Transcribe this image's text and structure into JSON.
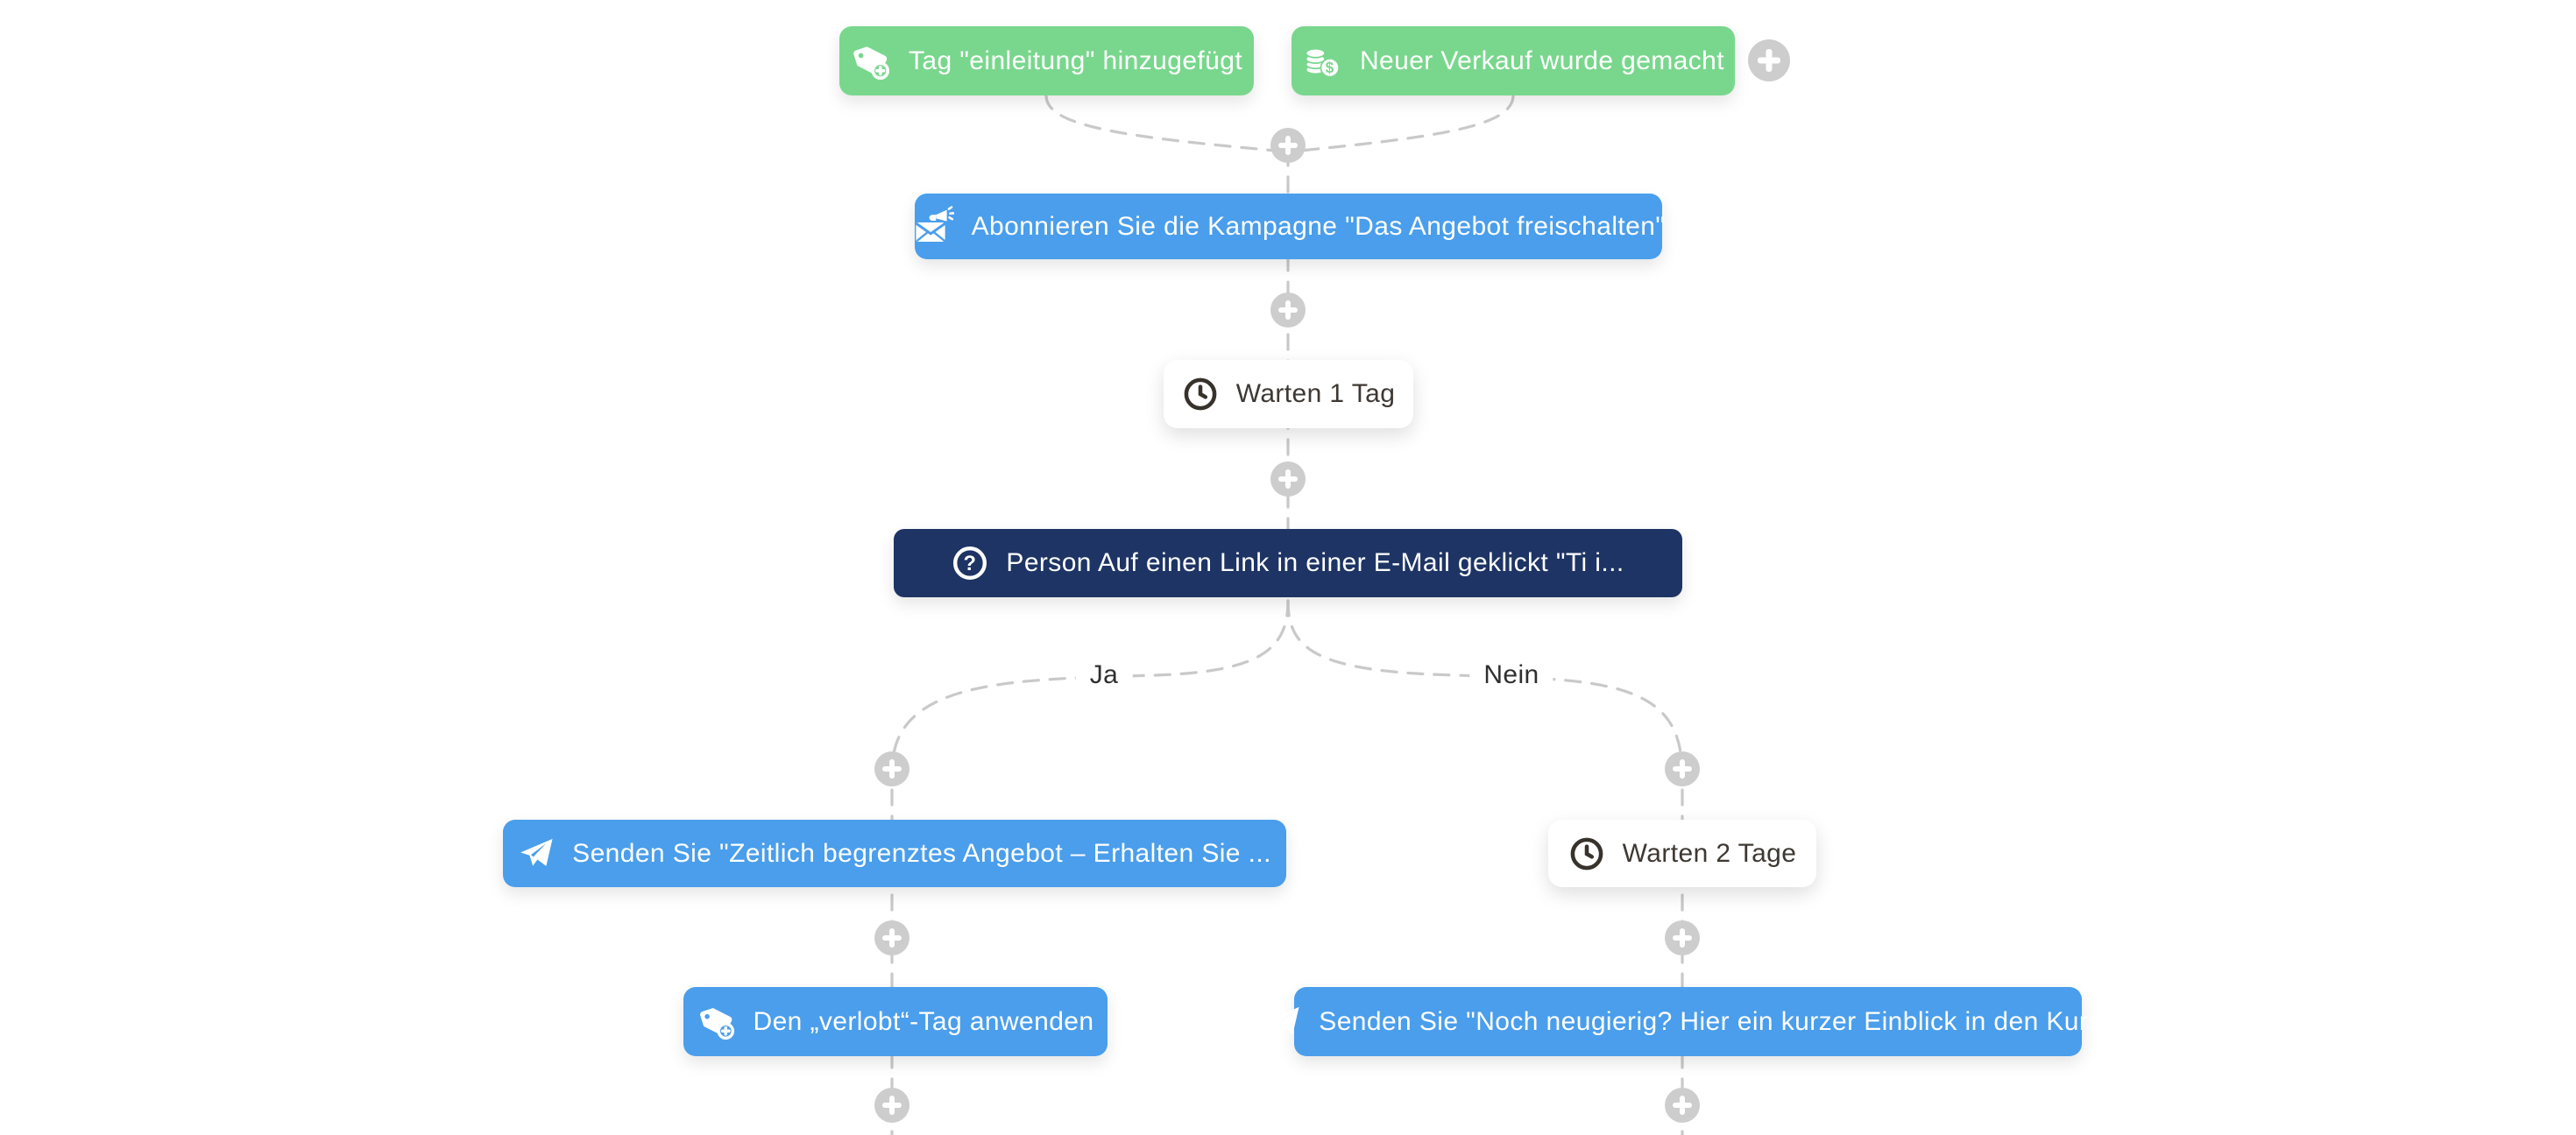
{
  "canvas": {
    "type": "automation-workflow-builder",
    "colors": {
      "trigger_green": "#79d78d",
      "action_blue": "#4a9eeb",
      "condition_navy": "#1e3464",
      "wait_card_white": "#ffffff",
      "connector_grey": "#c9c9c9",
      "plus_button_grey": "#cdcdcd"
    },
    "nodes": {
      "trigger_tag": {
        "label": "Tag \"einleitung\" hinzugefügt",
        "icon": "tag-plus-icon",
        "type": "trigger"
      },
      "trigger_sale": {
        "label": "Neuer Verkauf wurde gemacht",
        "icon": "coins-icon",
        "type": "trigger"
      },
      "subscribe_campaign": {
        "label": "Abonnieren Sie die Kampagne \"Das Angebot freischalten\"",
        "icon": "campaign-envelope-icon",
        "type": "action"
      },
      "wait_1": {
        "label": "Warten 1 Tag",
        "icon": "clock-icon",
        "type": "wait"
      },
      "condition_link_click": {
        "label": "Person Auf einen Link in einer E-Mail geklickt \"Ti i...",
        "icon": "question-icon",
        "type": "condition"
      },
      "send_offer": {
        "label": "Senden Sie \"Zeitlich begrenztes Angebot – Erhalten Sie ...",
        "icon": "paper-plane-icon",
        "type": "action"
      },
      "apply_tag_verlobt": {
        "label": "Den „verlobt“-Tag anwenden",
        "icon": "tag-plus-icon",
        "type": "action"
      },
      "wait_2": {
        "label": "Warten 2 Tage",
        "icon": "clock-icon",
        "type": "wait"
      },
      "send_course": {
        "label": "Senden Sie \"Noch neugierig? Hier ein kurzer Einblick in den Kurs\"",
        "icon": "paper-plane-icon",
        "type": "action"
      }
    },
    "branch": {
      "yes_label": "Ja",
      "no_label": "Nein"
    },
    "plus_button": {
      "symbol": "+"
    }
  }
}
